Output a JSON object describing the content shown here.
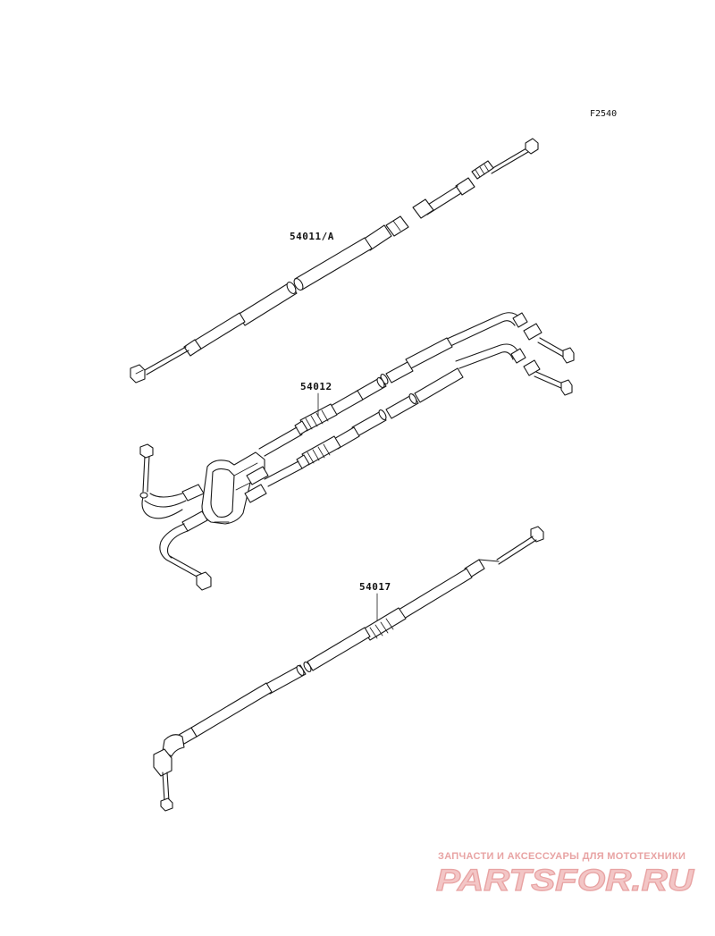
{
  "figure": {
    "code": "F2540"
  },
  "parts": [
    {
      "number": "54011/A"
    },
    {
      "number": "54012"
    },
    {
      "number": "54017"
    }
  ],
  "watermark": {
    "caption": "ЗАПЧАСТИ И АКСЕССУАРЫ ДЛЯ МОТОТЕХНИКИ",
    "logo_text": "PARTSFOR.RU",
    "color": "#e8a3a3"
  }
}
